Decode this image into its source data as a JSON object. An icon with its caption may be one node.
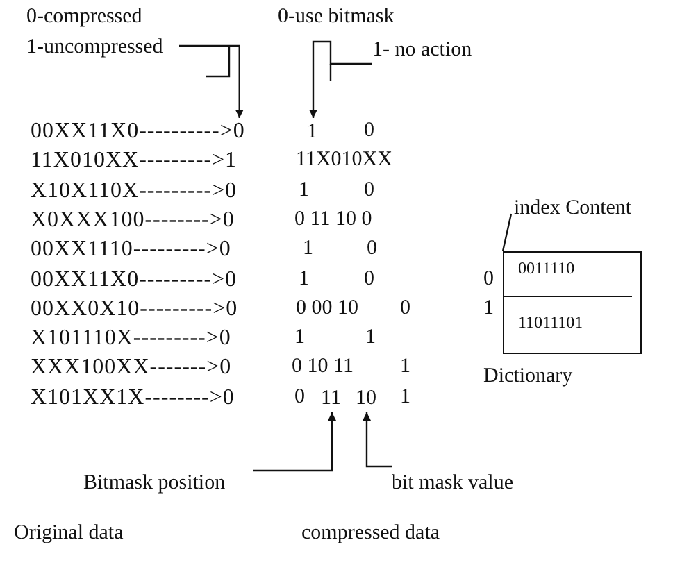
{
  "diagram": {
    "nodes": [
      {
        "text": [
          "0-compressed",
          "1-uncompressed"
        ]
      },
      {
        "text": [
          "0-use bitmask"
        ]
      },
      {
        "text": [
          "1- no action"
        ]
      },
      {
        "text": [
          "0"
        ]
      },
      {
        "text": [
          "1"
        ]
      },
      {
        "text": [
          "index Content"
        ]
      },
      {
        "text": [
          "0011110",
          "11011101"
        ],
        "beside": [
          "0",
          "1",
          "Dictionary"
        ]
      },
      {
        "text": [
          "11"
        ]
      },
      {
        "text": [
          "10"
        ]
      },
      {
        "text": [
          "Bitmask position"
        ]
      },
      {
        "text": [
          "bit mask value"
        ]
      }
    ],
    "edges": [
      {
        "from": 0,
        "to": 3,
        "arrow": "to"
      },
      {
        "from": 2,
        "to": 4,
        "arrow": "to"
      },
      {
        "from": 5,
        "to": 6,
        "arrow": "none"
      },
      {
        "from": 9,
        "to": 7,
        "arrow": "to"
      },
      {
        "from": 10,
        "to": 8,
        "arrow": "to"
      }
    ],
    "labels": [
      "00XX11X0---------->",
      "0",
      "11X010XX--------->1",
      "11X010XX",
      "X10X110X--------->0",
      "1",
      "0",
      "X0XXX100-------->0",
      "0 11 10 0",
      "00XX1110--------->0",
      "1",
      "0",
      "00XX11X0--------->0",
      "1",
      "0",
      "00XX0X10--------->0",
      "0 00 10",
      "0",
      "X101110X--------->0",
      "1",
      "1",
      "XXX100XX------->0",
      "0 10 11",
      "1",
      "X101XX1X-------->0",
      "0",
      "1",
      "Original data",
      "compressed data"
    ]
  }
}
